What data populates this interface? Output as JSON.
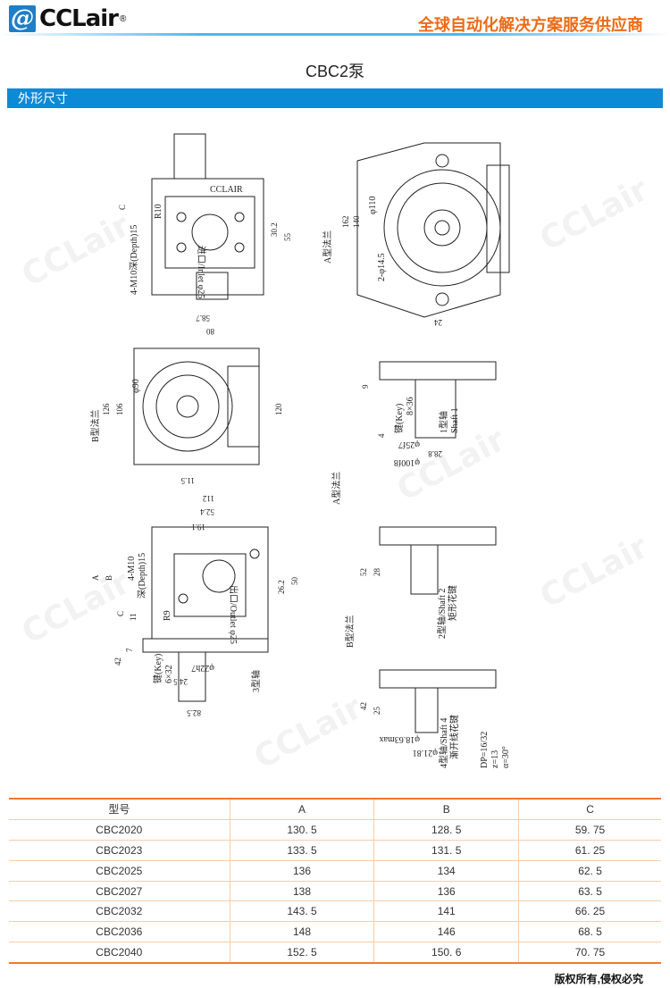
{
  "header": {
    "logo_text": "CCLair",
    "logo_reg": "®",
    "slogan": "全球自动化解决方案服务供应商"
  },
  "title": "CBC2泵",
  "section_title": "外形尺寸",
  "drawing": {
    "labels": [
      "CCLAIR",
      "A型法兰",
      "B型法兰",
      "A型法兰",
      "B型法兰",
      "1型轴",
      "Shaft 1",
      "2型轴/Shaft 2",
      "矩形花键",
      "3型轴",
      "4型轴/Shaft 4",
      "渐开线花键",
      "DP=16/32",
      "z=13",
      "α=30°",
      "4-M10深(Depth)15",
      "键(Key)",
      "8×36",
      "键(Key)",
      "6×32",
      "进口/Inlet φ25",
      "出口/Outlet φ25",
      "4-M10",
      "深(Depth)15",
      "R10",
      "R9",
      "φ110",
      "2-φ14.5",
      "φ90",
      "φ25f7",
      "φ22h7",
      "φ100f8",
      "φ18.63max",
      "φ21.81"
    ],
    "dims": [
      "162",
      "140",
      "55",
      "30.2",
      "58.7",
      "80",
      "24",
      "126",
      "106",
      "120",
      "11.5",
      "112",
      "52.4",
      "19.1",
      "26.2",
      "50",
      "52",
      "28",
      "42",
      "25",
      "9",
      "4",
      "28.8",
      "24.5",
      "82.5",
      "A",
      "B",
      "C",
      "C",
      "7",
      "11",
      "42"
    ]
  },
  "watermark": "CCLair",
  "table": {
    "headers": [
      "型号",
      "A",
      "B",
      "C"
    ],
    "rows": [
      [
        "CBC2020",
        "130. 5",
        "128. 5",
        "59. 75"
      ],
      [
        "CBC2023",
        "133. 5",
        "131. 5",
        "61. 25"
      ],
      [
        "CBC2025",
        "136",
        "134",
        "62. 5"
      ],
      [
        "CBC2027",
        "138",
        "136",
        "63. 5"
      ],
      [
        "CBC2032",
        "143. 5",
        "141",
        "66. 25"
      ],
      [
        "CBC2036",
        "148",
        "146",
        "68. 5"
      ],
      [
        "CBC2040",
        "152. 5",
        "150. 6",
        "70. 75"
      ]
    ]
  },
  "footer": "版权所有,侵权必究"
}
